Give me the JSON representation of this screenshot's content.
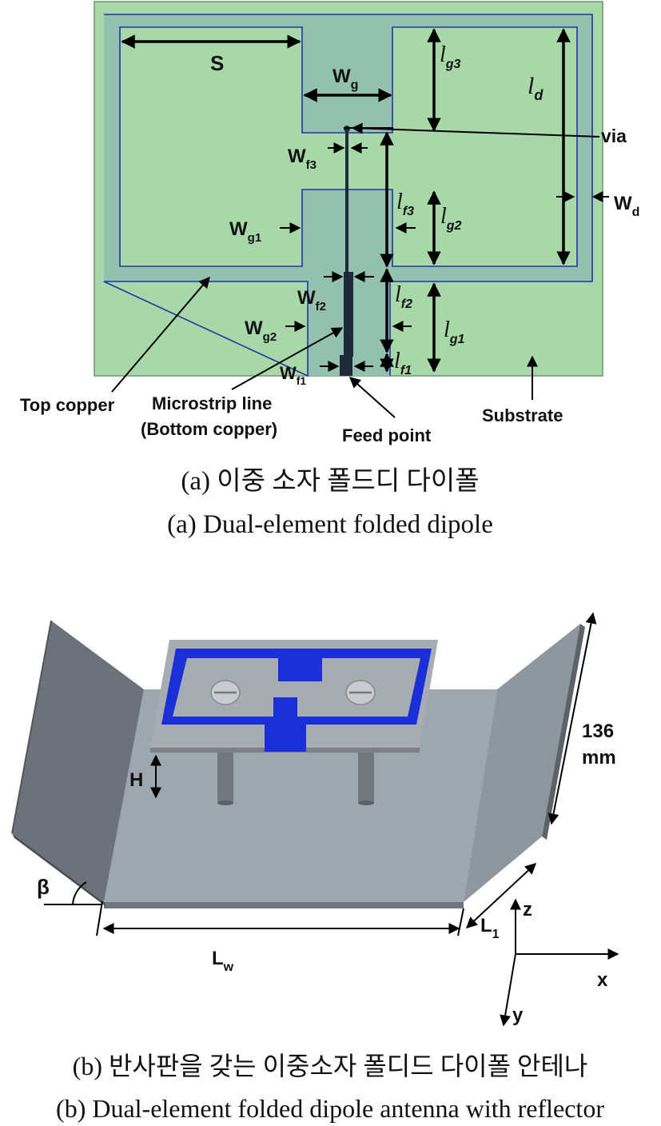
{
  "figure_a": {
    "labels": {
      "S": "S",
      "Wg": "W",
      "Wg_sub": "g",
      "lg3": "l",
      "lg3_sub": "g3",
      "ld": "l",
      "ld_sub": "d",
      "via": "via",
      "Wf3": "W",
      "Wf3_sub": "f3",
      "lf3": "l",
      "lf3_sub": "f3",
      "lg2": "l",
      "lg2_sub": "g2",
      "Wd": "W",
      "Wd_sub": "d",
      "Wg1": "W",
      "Wg1_sub": "g1",
      "Wf2": "W",
      "Wf2_sub": "f2",
      "lf2": "l",
      "lf2_sub": "f2",
      "lg1": "l",
      "lg1_sub": "g1",
      "Wg2": "W",
      "Wg2_sub": "g2",
      "Wf1": "W",
      "Wf1_sub": "f1",
      "lf1": "l",
      "lf1_sub": "f1"
    },
    "callouts": {
      "top_copper": "Top copper",
      "microstrip_1": "Microstrip line",
      "microstrip_2": "(Bottom copper)",
      "feed_point": "Feed point",
      "substrate": "Substrate"
    },
    "caption_ko": "(a) 이중 소자 폴드디 다이폴",
    "caption_en": "(a) Dual-element folded dipole",
    "colors": {
      "substrate": "#a8d8a8",
      "copper": "#94c0b0",
      "outline": "#2233aa",
      "microstrip": "#1e2a3a"
    }
  },
  "figure_b": {
    "labels": {
      "H": "H",
      "beta": "β",
      "Lw": "L",
      "Lw_sub": "w",
      "L1": "L",
      "L1_sub": "1",
      "height_value": "136",
      "height_unit": "mm",
      "z": "z",
      "x": "x",
      "y": "y"
    },
    "caption_ko": "(b) 반사판을 갖는 이중소자 폴디드 다이폴 안테나",
    "caption_en": "(b) Dual-element folded dipole antenna with reflector",
    "colors": {
      "plate": "#9ea7b0",
      "wing": "#6b727a",
      "board": "#a6acb2",
      "radiator": "#1a2fd6"
    }
  }
}
